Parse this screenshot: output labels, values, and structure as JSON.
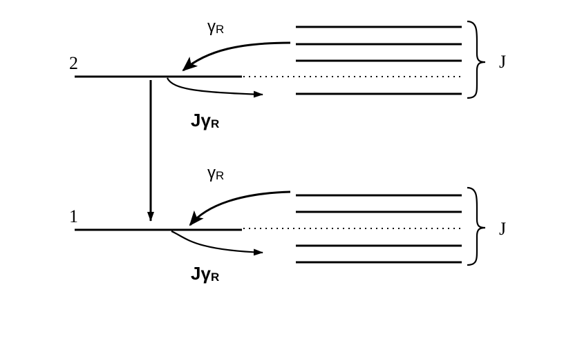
{
  "diagram": {
    "levels": {
      "upper": {
        "label": "2"
      },
      "lower": {
        "label": "1"
      }
    },
    "labels": {
      "gamma": "γ",
      "gamma_sub": "R",
      "j_gamma_prefix": "J",
      "j_gamma": "γ",
      "j_gamma_sub": "R",
      "group": "J"
    }
  }
}
